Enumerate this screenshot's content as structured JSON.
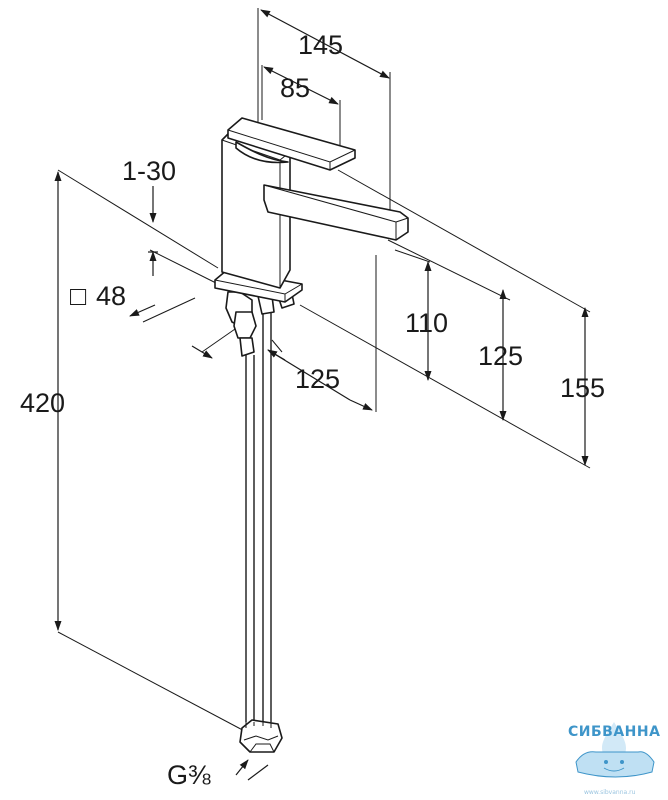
{
  "dimensions": {
    "overall_depth": "145",
    "handle_length": "85",
    "clamp_range": "1-30",
    "base_square_symbol": "□",
    "base_square_value": "48",
    "projection_depth": "125",
    "spout_height_110": "110",
    "spout_height_125": "125",
    "total_height_155": "155",
    "hose_length": "420",
    "connection_thread": "G⅜"
  },
  "logo": {
    "name": "СИБВАННА",
    "url": "www.sibvanna.ru",
    "colors": {
      "primary": "#3e95c9",
      "light": "#bfe0f3"
    }
  },
  "colors": {
    "line": "#1a1a1a",
    "background": "#ffffff"
  }
}
